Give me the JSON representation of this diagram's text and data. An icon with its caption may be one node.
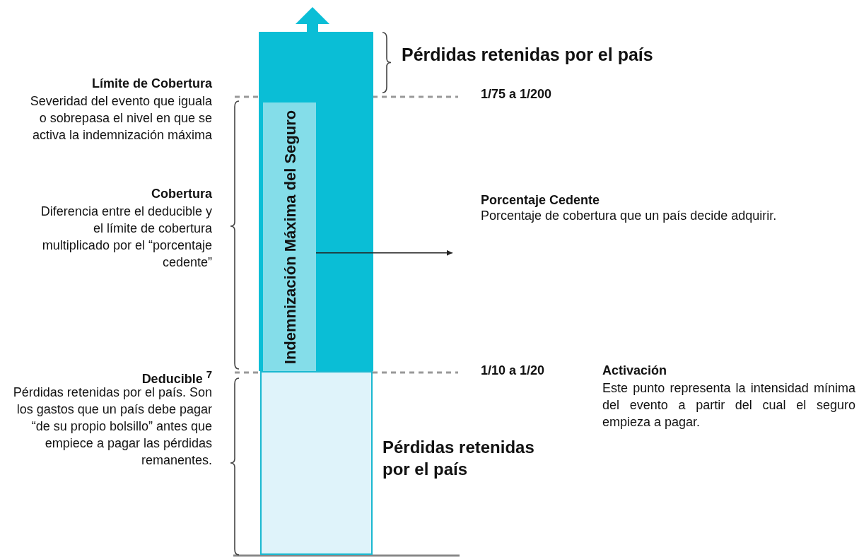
{
  "diagram": {
    "nodes": [
      {
        "text": [],
        "shape": "bar"
      },
      {
        "text": [
          "Indemnización Máxima del Seguro"
        ],
        "in": 0
      },
      {
        "text": [
          "Porcentaje Cedente",
          "Porcentaje de cobertura que un país decide adquirir."
        ]
      },
      {
        "text": [],
        "shape": "box",
        "beside": [
          "Pérdidas retenidas por el país"
        ]
      }
    ],
    "edges": [
      {
        "from": 1,
        "to": 2,
        "arrow": "to"
      }
    ],
    "labels": [
      "Pérdidas retenidas por el país",
      "Límite de Cobertura",
      "Severidad del evento que iguala o sobrepasa el nivel en que se activa la indemnización máxima",
      "1/75 a 1/200",
      "Cobertura",
      "Diferencia entre el deducible y el límite de cobertura multiplicado por el “porcentaje cedente”",
      "Deducible $^{7}$",
      "Pérdidas retenidas  por el país. Son los gastos que un país debe pagar “de su propio bolsillo” antes que empiece a pagar las pérdidas remanentes.",
      "1/10 a 1/20",
      "Activación",
      "Este punto representa la intensidad mínima del evento a partir del cual el seguro empieza a pagar."
    ]
  }
}
